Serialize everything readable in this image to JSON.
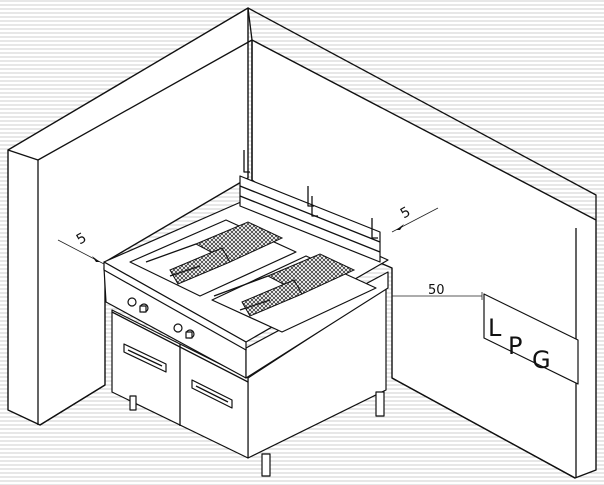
{
  "dimensions": {
    "left_clearance": "5",
    "right_clearance": "5",
    "rear_clearance": "50"
  },
  "gas_label": {
    "letters": [
      "L",
      "P",
      "G"
    ]
  },
  "colors": {
    "line": "#111111",
    "hatch": "#cfcfcf",
    "background": "#ffffff"
  }
}
